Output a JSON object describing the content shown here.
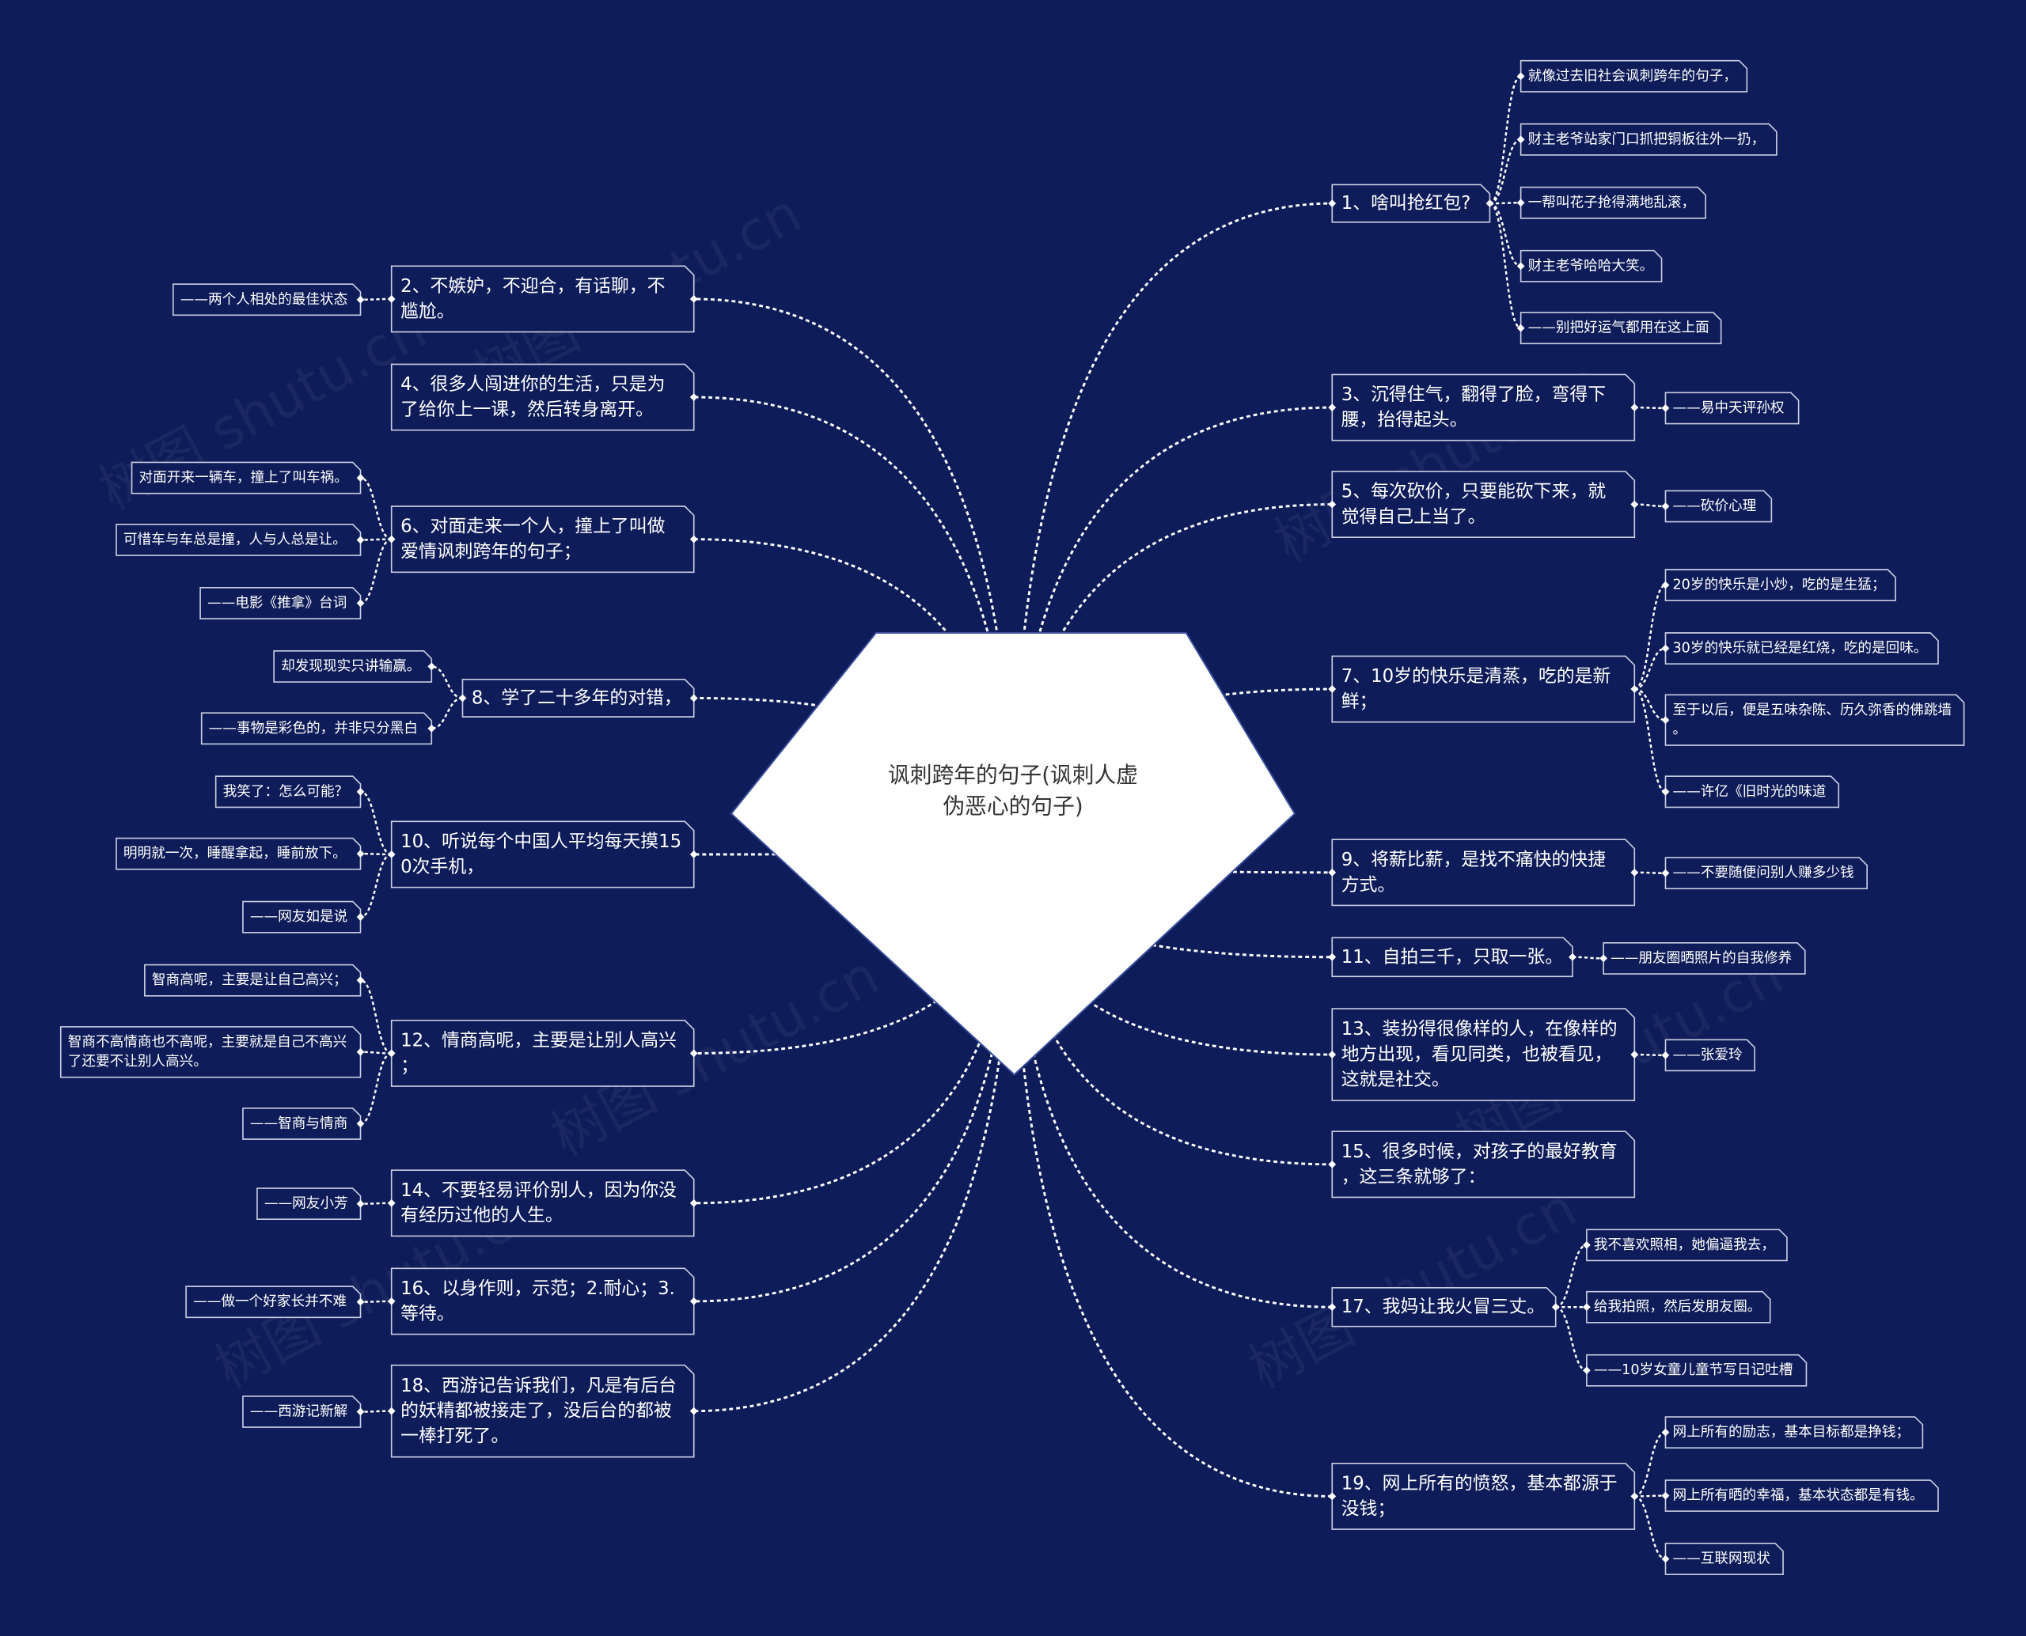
{
  "colors": {
    "background": "#0e1c59",
    "node_border": "#c9cee2",
    "node_text": "#ffffff",
    "connector": "#ffffff",
    "root_fill": "#ffffff",
    "root_border": "#3b4f9e",
    "root_text": "#333333"
  },
  "watermark": "树图 shutu.cn",
  "root": {
    "lines": [
      "讽刺跨年的句子(讽刺人虚",
      "伪恶心的句子)"
    ]
  },
  "branches": [
    {
      "lines": [
        "1、啥叫抢红包?"
      ],
      "children": [
        {
          "lines": [
            "就像过去旧社会讽刺跨年的句子，"
          ]
        },
        {
          "lines": [
            "财主老爷站家门口抓把铜板往外一扔，"
          ]
        },
        {
          "lines": [
            "一帮叫花子抢得满地乱滚，"
          ]
        },
        {
          "lines": [
            "财主老爷哈哈大笑。"
          ]
        },
        {
          "lines": [
            "——别把好运气都用在这上面"
          ]
        }
      ]
    },
    {
      "lines": [
        "2、不嫉妒，不迎合，有话聊，不",
        "尴尬。"
      ],
      "children": [
        {
          "lines": [
            "——两个人相处的最佳状态"
          ]
        }
      ]
    },
    {
      "lines": [
        "3、沉得住气，翻得了脸，弯得下",
        "腰，抬得起头。"
      ],
      "children": [
        {
          "lines": [
            "——易中天评孙权"
          ]
        }
      ]
    },
    {
      "lines": [
        "4、很多人闯进你的生活，只是为",
        "了给你上一课，然后转身离开。"
      ],
      "children": []
    },
    {
      "lines": [
        "5、每次砍价，只要能砍下来，就",
        "觉得自己上当了。"
      ],
      "children": [
        {
          "lines": [
            "——砍价心理"
          ]
        }
      ]
    },
    {
      "lines": [
        "6、对面走来一个人，撞上了叫做",
        "爱情讽刺跨年的句子；"
      ],
      "children": [
        {
          "lines": [
            "对面开来一辆车，撞上了叫车祸。"
          ]
        },
        {
          "lines": [
            "可惜车与车总是撞，人与人总是让。"
          ]
        },
        {
          "lines": [
            "——电影《推拿》台词"
          ]
        }
      ]
    },
    {
      "lines": [
        "7、10岁的快乐是清蒸，吃的是新",
        "鲜；"
      ],
      "children": [
        {
          "lines": [
            "20岁的快乐是小炒，吃的是生猛；"
          ]
        },
        {
          "lines": [
            "30岁的快乐就已经是红烧，吃的是回味。"
          ]
        },
        {
          "lines": [
            "至于以后，便是五味杂陈、历久弥香的佛跳墙",
            "。"
          ]
        },
        {
          "lines": [
            "——许亿《旧时光的味道"
          ]
        }
      ]
    },
    {
      "lines": [
        "8、学了二十多年的对错，"
      ],
      "children": [
        {
          "lines": [
            "却发现现实只讲输赢。"
          ]
        },
        {
          "lines": [
            "——事物是彩色的，并非只分黑白"
          ]
        }
      ]
    },
    {
      "lines": [
        "9、将薪比薪，是找不痛快的快捷",
        "方式。"
      ],
      "children": [
        {
          "lines": [
            "——不要随便问别人赚多少钱"
          ]
        }
      ]
    },
    {
      "lines": [
        "10、听说每个中国人平均每天摸15",
        "0次手机，"
      ],
      "children": [
        {
          "lines": [
            "我笑了：怎么可能？"
          ]
        },
        {
          "lines": [
            "明明就一次，睡醒拿起，睡前放下。"
          ]
        },
        {
          "lines": [
            "——网友如是说"
          ]
        }
      ]
    },
    {
      "lines": [
        "11、自拍三千，只取一张。"
      ],
      "children": [
        {
          "lines": [
            "——朋友圈晒照片的自我修养"
          ]
        }
      ]
    },
    {
      "lines": [
        "12、情商高呢，主要是让别人高兴",
        "；"
      ],
      "children": [
        {
          "lines": [
            "智商高呢，主要是让自己高兴；"
          ]
        },
        {
          "lines": [
            "智商不高情商也不高呢，主要就是自己不高兴",
            "了还要不让别人高兴。"
          ]
        },
        {
          "lines": [
            "——智商与情商"
          ]
        }
      ]
    },
    {
      "lines": [
        "13、装扮得很像样的人，在像样的",
        "地方出现，看见同类，也被看见，",
        "这就是社交。"
      ],
      "children": [
        {
          "lines": [
            "——张爱玲"
          ]
        }
      ]
    },
    {
      "lines": [
        "14、不要轻易评价别人，因为你没",
        "有经历过他的人生。"
      ],
      "children": [
        {
          "lines": [
            "——网友小芳"
          ]
        }
      ]
    },
    {
      "lines": [
        "15、很多时候，对孩子的最好教育",
        "，这三条就够了："
      ],
      "children": []
    },
    {
      "lines": [
        "16、以身作则，示范；2.耐心；3.",
        "等待。"
      ],
      "children": [
        {
          "lines": [
            "——做一个好家长并不难"
          ]
        }
      ]
    },
    {
      "lines": [
        "17、我妈让我火冒三丈。"
      ],
      "children": [
        {
          "lines": [
            "我不喜欢照相，她偏逼我去，"
          ]
        },
        {
          "lines": [
            "给我拍照，然后发朋友圈。"
          ]
        },
        {
          "lines": [
            "——10岁女童儿童节写日记吐槽"
          ]
        }
      ]
    },
    {
      "lines": [
        "18、西游记告诉我们，凡是有后台",
        "的妖精都被接走了，没后台的都被",
        "一棒打死了。"
      ],
      "children": [
        {
          "lines": [
            "——西游记新解"
          ]
        }
      ]
    },
    {
      "lines": [
        "19、网上所有的愤怒，基本都源于",
        "没钱；"
      ],
      "children": [
        {
          "lines": [
            "网上所有的励志，基本目标都是挣钱；"
          ]
        },
        {
          "lines": [
            "网上所有晒的幸福，基本状态都是有钱。"
          ]
        },
        {
          "lines": [
            "——互联网现状"
          ]
        }
      ]
    }
  ]
}
